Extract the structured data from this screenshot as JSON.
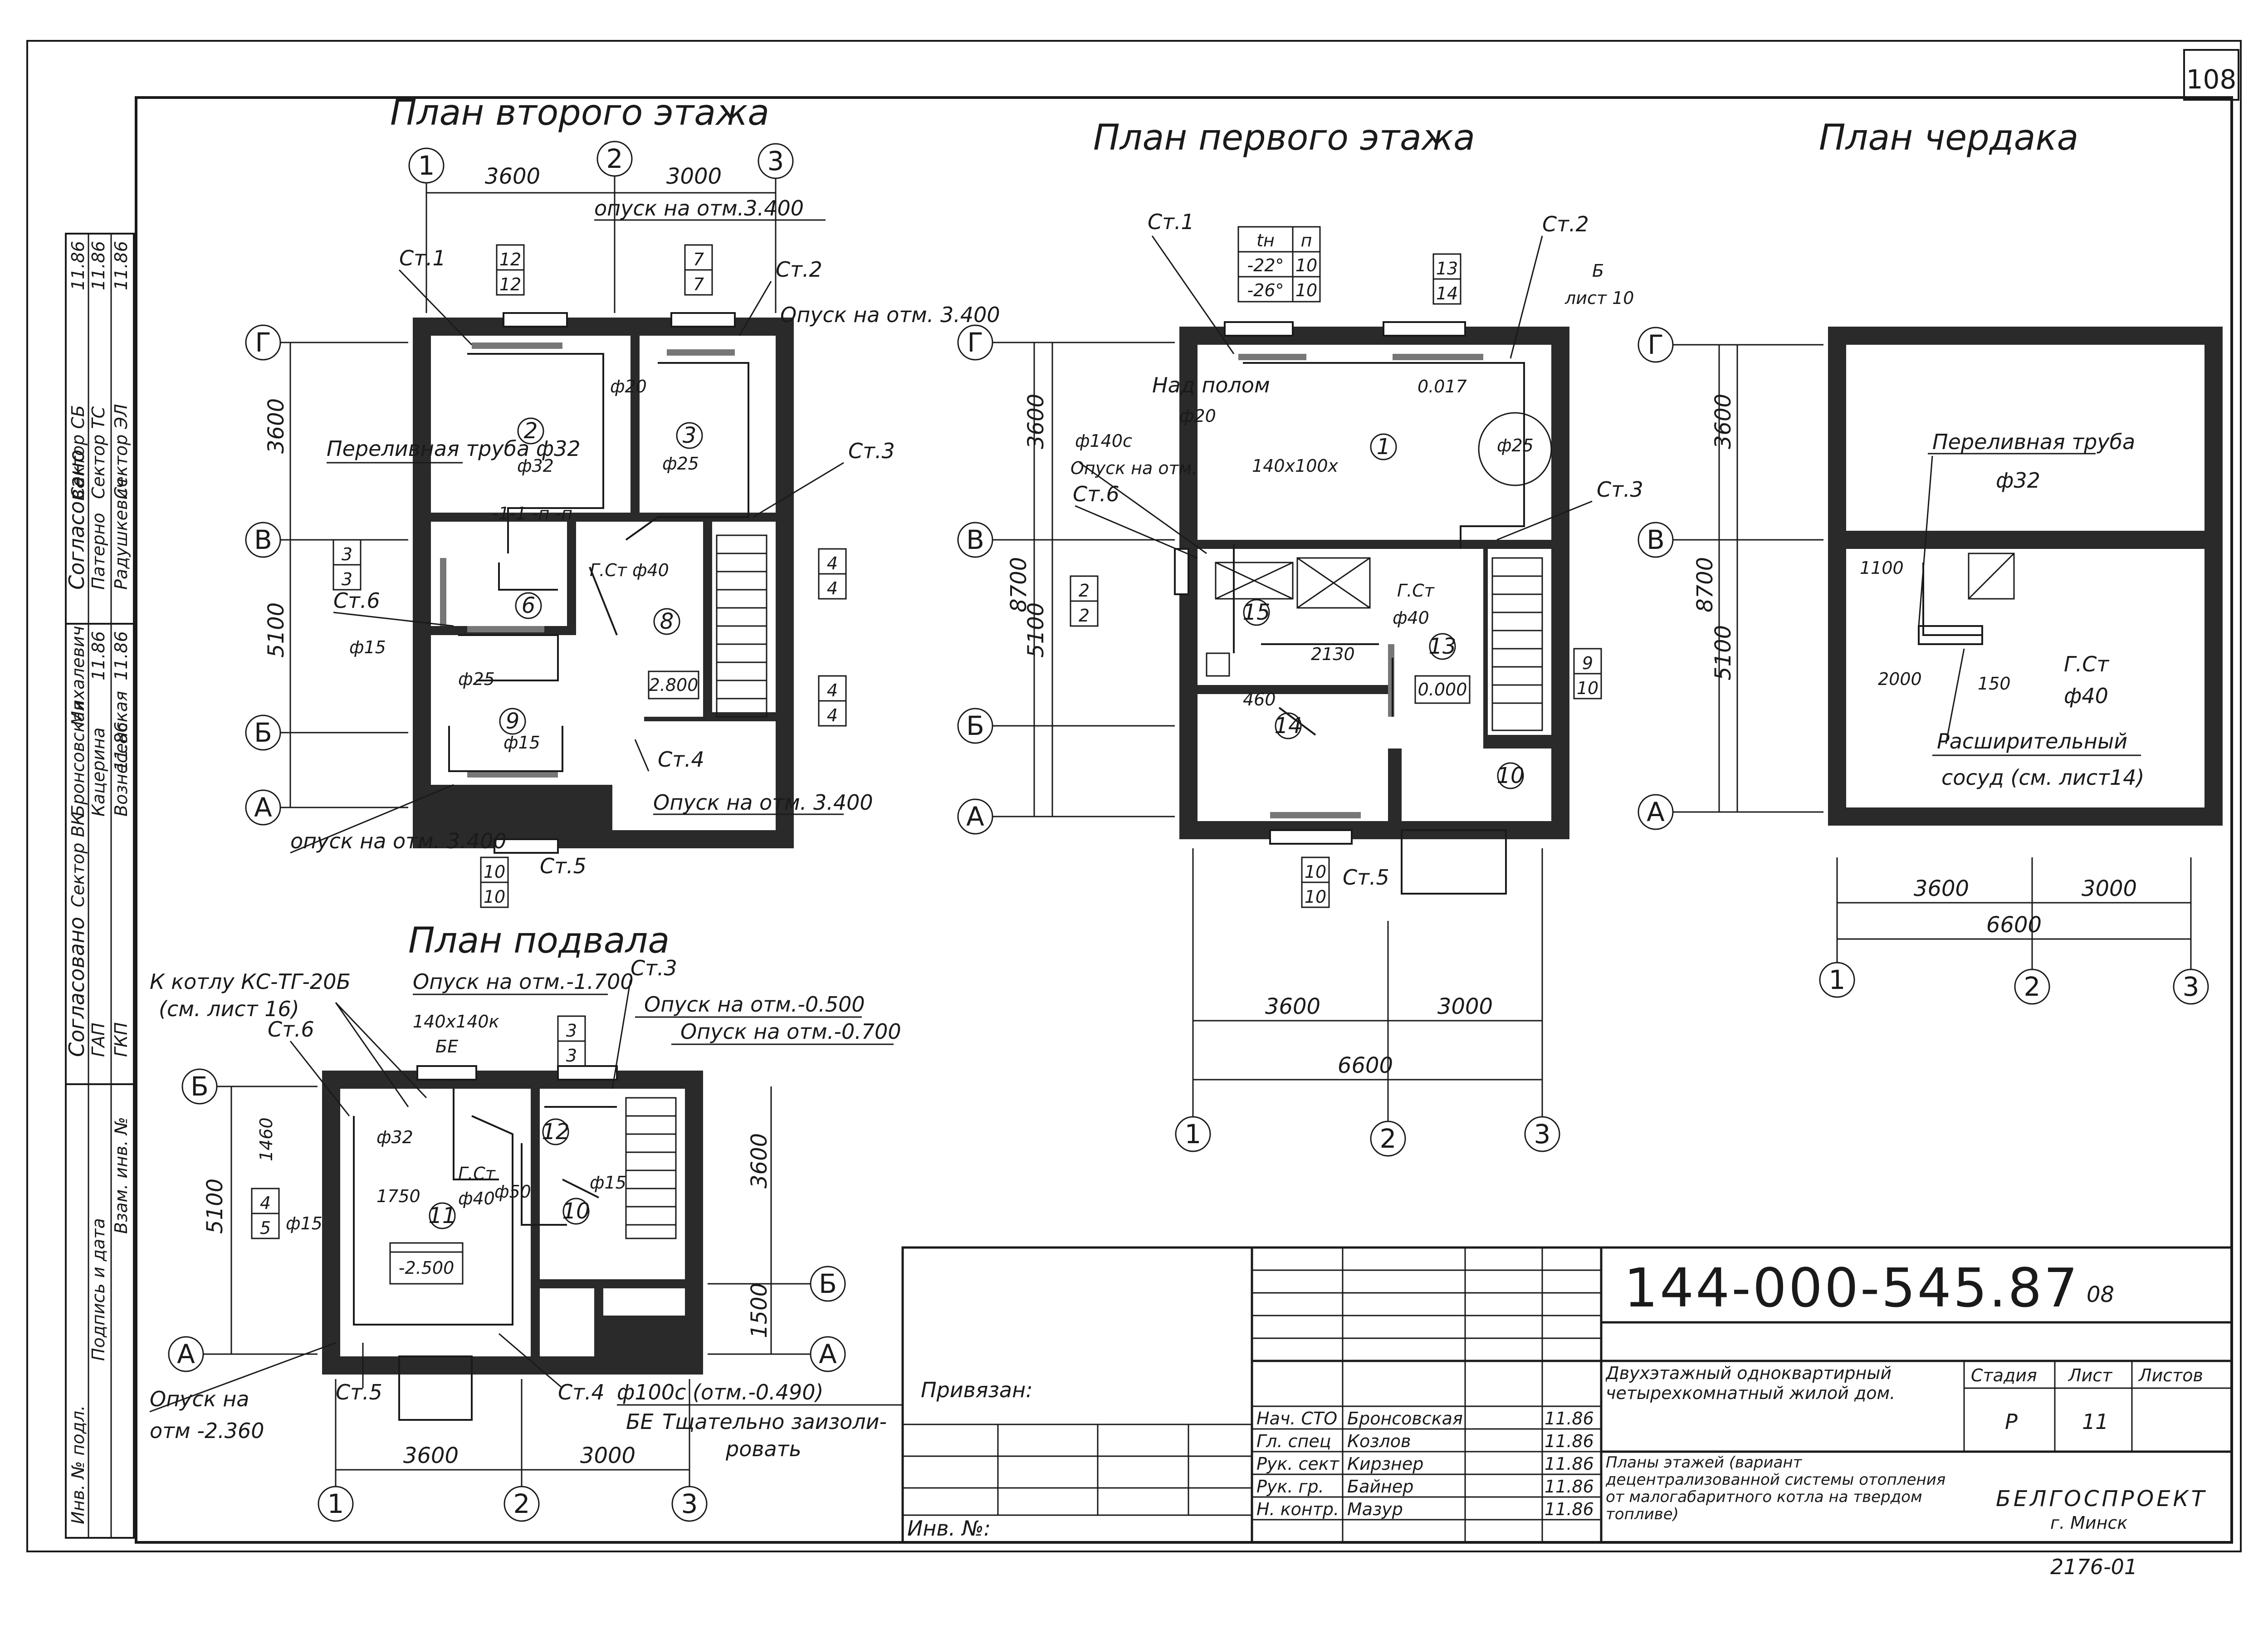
{
  "sheet": {
    "number": "108",
    "code": "144-000-545.87",
    "mark": "08",
    "archive_no": "2176-01"
  },
  "side_stamp": {
    "header_top": "Согласовано",
    "header_bottom": "Согласовано",
    "rows_top": [
      [
        "Сектор ЭЛ",
        "Патерно",
        "11.86"
      ],
      [
        "Сектор ТС",
        "Радушкевич",
        "11.86"
      ],
      [
        "Сектор СБ",
        "Михалевич",
        "11.86"
      ]
    ],
    "rows_bottom": [
      [
        "ГАП",
        "Бронсовская",
        "11.86"
      ],
      [
        "ГКП",
        "Кацерина",
        "11.86"
      ],
      [
        "Сектор ВК",
        "Вознесенская",
        "11.86"
      ]
    ],
    "vertical_cols": [
      "Взам. инв. №",
      "Подпись и дата",
      "Инв. № подл."
    ]
  },
  "plans": {
    "second": {
      "title": "План второго этажа",
      "axes_v": [
        "1",
        "2",
        "3"
      ],
      "axes_h": [
        "Г",
        "В",
        "Б",
        "А"
      ],
      "dims_top": [
        "3600",
        "3000"
      ],
      "dims_left": [
        "3600",
        "5100"
      ],
      "rooms": [
        "2",
        "3",
        "6",
        "8",
        "9"
      ],
      "ticks": [
        [
          "12",
          "12"
        ],
        [
          "7",
          "7"
        ],
        [
          "3",
          "3"
        ],
        [
          "4",
          "4"
        ],
        [
          "4",
          "4"
        ],
        [
          "10",
          "10"
        ]
      ],
      "risers": [
        "Ст.1",
        "Ст.2",
        "Ст.3",
        "Ст.4",
        "Ст.5",
        "Ст.6"
      ],
      "notes": [
        "опуск на отм.3.400",
        "Опуск на отм. 3.400",
        "Переливная труба ф32",
        "опуск на отм. 3.400",
        "Опуск на отм. 3.400",
        "Г.Ст ф40",
        "ф32",
        "ф25",
        "ф20",
        "ф15",
        "ф15",
        "ф25",
        "-1-1 -п -п",
        "2.800"
      ]
    },
    "first": {
      "title": "План первого этажа",
      "axes_v": [
        "1",
        "2",
        "3"
      ],
      "axes_h": [
        "Г",
        "В",
        "Б",
        "А"
      ],
      "dims_bottom": [
        "3600",
        "3000"
      ],
      "dim_total": "6600",
      "dims_left": [
        "3600",
        "5100"
      ],
      "dim_left_total": "8700",
      "rooms": [
        "1",
        "13",
        "14",
        "15",
        "10"
      ],
      "table_tn": [
        [
          "tн",
          "п"
        ],
        [
          "-22°",
          "10"
        ],
        [
          "-26°",
          "10"
        ]
      ],
      "ticks": [
        [
          "13",
          "14"
        ],
        [
          "2",
          "2"
        ],
        [
          "9",
          "10"
        ],
        [
          "10",
          "10"
        ]
      ],
      "risers": [
        "Ст.1",
        "Ст.2",
        "Ст.3",
        "Ст.5",
        "Ст.6"
      ],
      "notes": [
        "Над полом",
        "ф20",
        "ф140с",
        "Опуск на отм.",
        "140х100х",
        "Б",
        "лист 10",
        "Г.Ст",
        "ф40",
        "ф25",
        "0.017",
        "0.000",
        "2130",
        "460"
      ]
    },
    "attic": {
      "title": "План чердака",
      "axes_v": [
        "1",
        "2",
        "3"
      ],
      "axes_h": [
        "Г",
        "В",
        "А"
      ],
      "dims_bottom": [
        "3600",
        "3000"
      ],
      "dim_total": "6600",
      "dims_left": [
        "3600",
        "5100"
      ],
      "dim_left_total": "8700",
      "notes": [
        "Переливная труба",
        "ф32",
        "1100",
        "2000",
        "150",
        "Г.Ст",
        "ф40",
        "Расширительный",
        "сосуд (см. лист14)"
      ]
    },
    "basement": {
      "title": "План подвала",
      "axes_v": [
        "1",
        "2",
        "3"
      ],
      "axes_h": [
        "Б",
        "А"
      ],
      "dims_bottom": [
        "3600",
        "3000"
      ],
      "dims_left": [
        "5100"
      ],
      "dims_right": [
        "3600",
        "1500"
      ],
      "rooms": [
        "11",
        "12",
        "10"
      ],
      "ticks": [
        [
          "3",
          "3"
        ],
        [
          "4",
          "5"
        ]
      ],
      "risers": [
        "Ст.3",
        "Ст.4",
        "Ст.5",
        "Ст.6"
      ],
      "notes": [
        "К котлу КС-ТГ-20Б",
        "(см. лист 16)",
        "Опуск на отм.-1.700",
        "Опуск на отм.-0.500",
        "Опуск на отм.-0.700",
        "140х140к",
        "БЕ",
        "ф32",
        "ф15",
        "1750",
        "Г.Ст",
        "ф40",
        "ф50",
        "ф15",
        "-2.500",
        "Опуск на",
        "отм -2.360",
        "ф100с (отм.-0.490)",
        "БЕ",
        "Тщательно заизоли-",
        "ровать",
        "1460"
      ]
    }
  },
  "title_block": {
    "privyazan_label": "Привязан:",
    "inv_label": "Инв. №:",
    "roles": [
      [
        "Нач. СТО",
        "Бронсовская",
        "11.86"
      ],
      [
        "Гл. спец",
        "Козлов",
        "11.86"
      ],
      [
        "Рук. сект",
        "Кирзнер",
        "11.86"
      ],
      [
        "Рук. гр.",
        "Байнер",
        "11.86"
      ],
      [
        "Н. контр.",
        "Мазур",
        "11.86"
      ]
    ],
    "object_name": "Двухэтажный одноквартирный четырехкомнатный жилой дом.",
    "sheet_title": "Планы этажей (вариант децентрализованной системы отопления от малогабаритного котла на твердом топливе)",
    "stage_label": "Стадия",
    "sheet_label": "Лист",
    "sheets_label": "Листов",
    "stage_value": "Р",
    "sheet_value": "11",
    "org": "БЕЛГОСПРОЕКТ",
    "city": "г. Минск"
  }
}
